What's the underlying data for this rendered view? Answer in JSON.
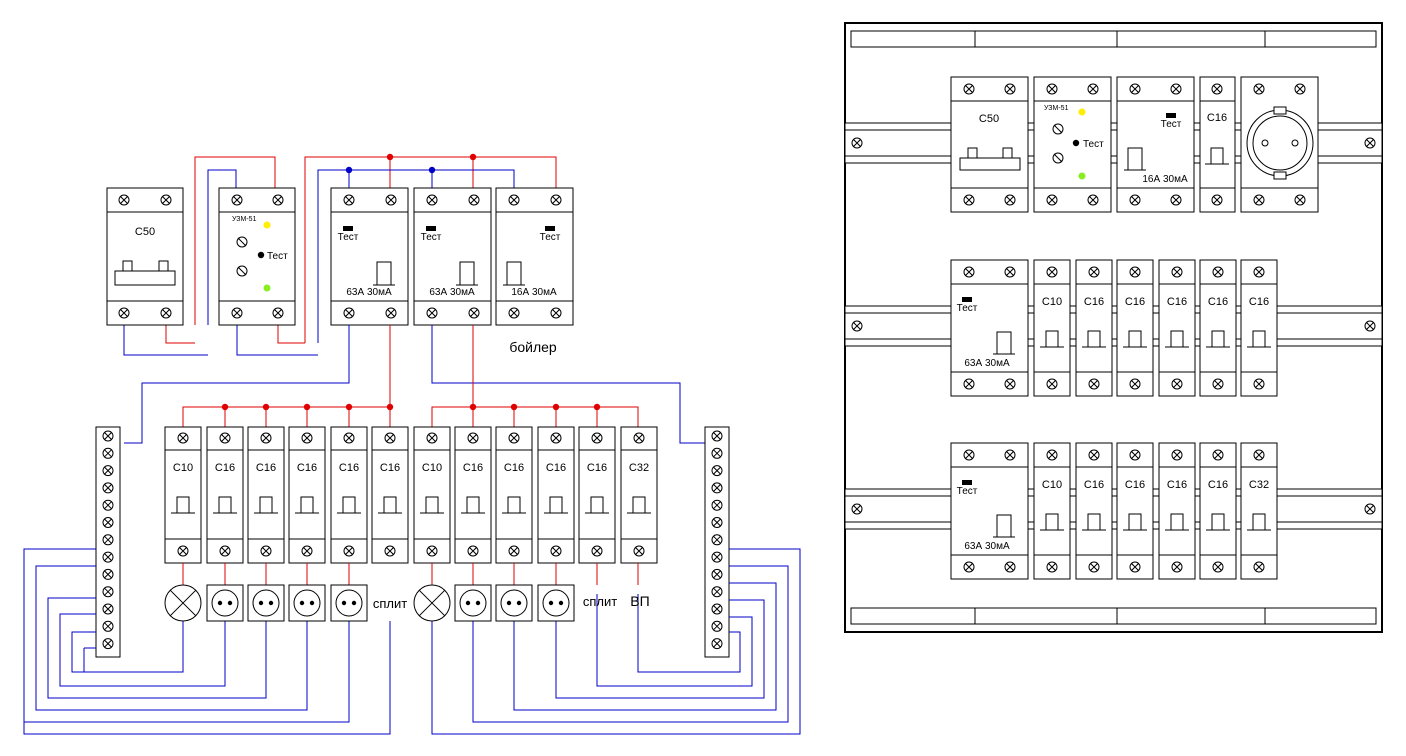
{
  "colors": {
    "phase": "#e00000",
    "neutral": "#0000c8",
    "led_yellow": "#ffee00",
    "led_green": "#88ee22"
  },
  "schematic": {
    "main_breaker": "C50",
    "relay": {
      "name": "УЗМ-51",
      "test": "Тест"
    },
    "rcds": [
      {
        "test": "Тест",
        "rating": "63А 30мА"
      },
      {
        "test": "Тест",
        "rating": "63А 30мА"
      },
      {
        "test": "Тест",
        "rating": "16А 30мА"
      }
    ],
    "boiler_label": "бойлер",
    "breakers_left": [
      "C10",
      "C16",
      "C16",
      "C16",
      "C16",
      "C16"
    ],
    "breakers_right": [
      "C10",
      "C16",
      "C16",
      "C16",
      "C16",
      "C32"
    ],
    "load_split_1": "сплит",
    "load_split_2": "сплит",
    "load_vp": "ВП"
  },
  "layout_panel": {
    "row1": {
      "main": "C50",
      "relay": "УЗМ-51",
      "relay_test": "Тест",
      "rcd_test": "Тест",
      "rcd_rating": "16А 30мА",
      "breaker": "C16"
    },
    "row2": {
      "rcd_test": "Тест",
      "rcd_rating": "63А 30мА",
      "breakers": [
        "C10",
        "C16",
        "C16",
        "C16",
        "C16",
        "C16"
      ]
    },
    "row3": {
      "rcd_test": "Тест",
      "rcd_rating": "63А 30мА",
      "breakers": [
        "C10",
        "C16",
        "C16",
        "C16",
        "C16",
        "C32"
      ]
    }
  }
}
